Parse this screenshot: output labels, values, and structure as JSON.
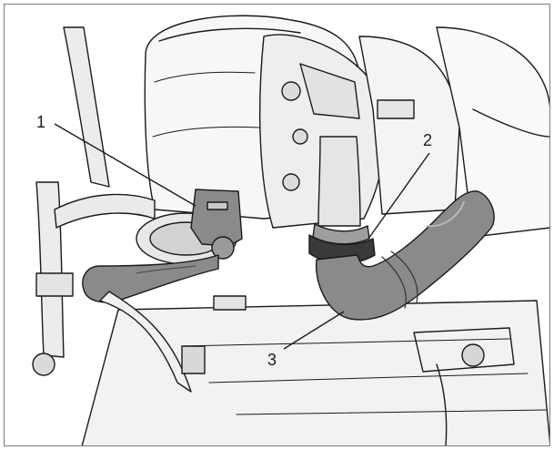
{
  "callouts": [
    {
      "number": "1"
    },
    {
      "number": "2"
    },
    {
      "number": "3"
    }
  ],
  "colors": {
    "line": "#1a1a1a",
    "light_fill": "#f2f2f2",
    "mid_fill": "#c9c9c9",
    "dark_fill": "#8a8a8a",
    "border": "#7a7a7a"
  }
}
